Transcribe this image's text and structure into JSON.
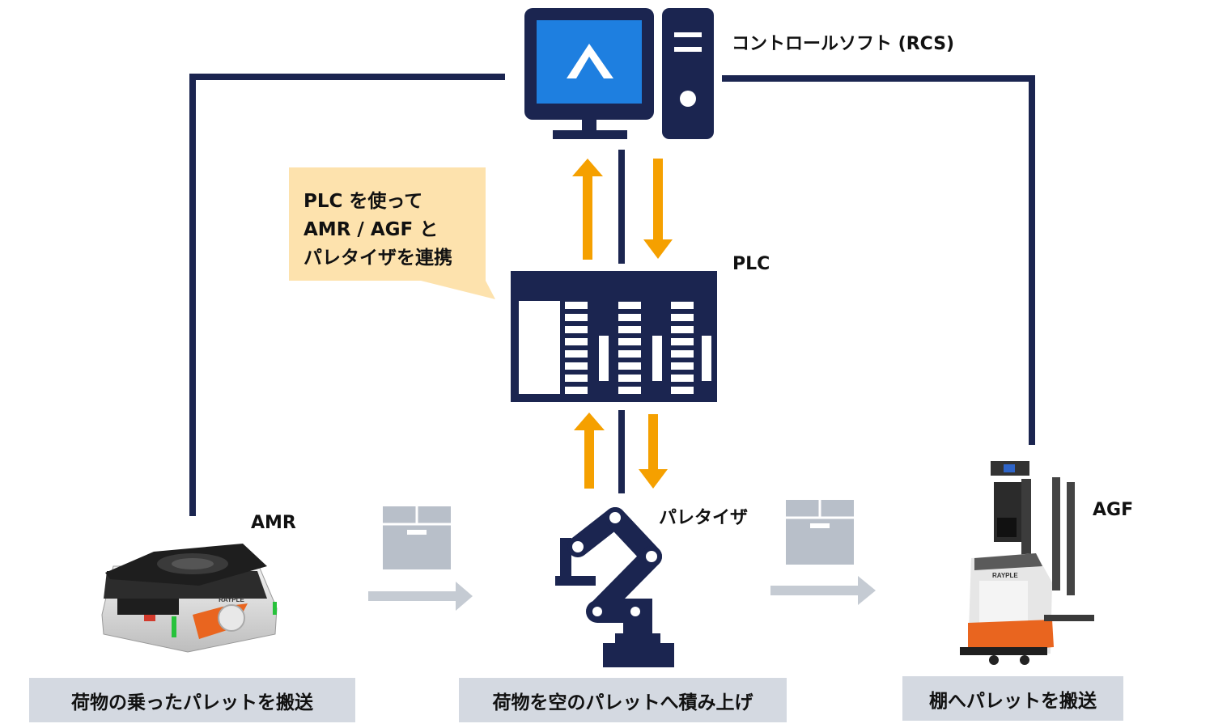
{
  "labels": {
    "rcs": "コントロールソフト (RCS)",
    "plc": "PLC",
    "amr": "AMR",
    "palletizer": "パレタイザ",
    "agf": "AGF"
  },
  "callout": {
    "lines": [
      "PLC を使って",
      "AMR / AGF と",
      "パレタイザを連携"
    ]
  },
  "captions": {
    "amr": "荷物の乗ったパレットを搬送",
    "palletizer": "荷物を空のパレットへ積み上げ",
    "agf": "棚へパレットを搬送"
  },
  "brand": {
    "robot": "RAYPLE"
  },
  "colors": {
    "navy": "#1b2550",
    "screen_blue": "#1e7fe0",
    "arrow_orange": "#f5a000",
    "gray_box": "#b8bfc9",
    "gray_flow": "#c5cbd3",
    "callout_bg": "#fde2ad",
    "caption_bg": "#d4d9e1"
  }
}
